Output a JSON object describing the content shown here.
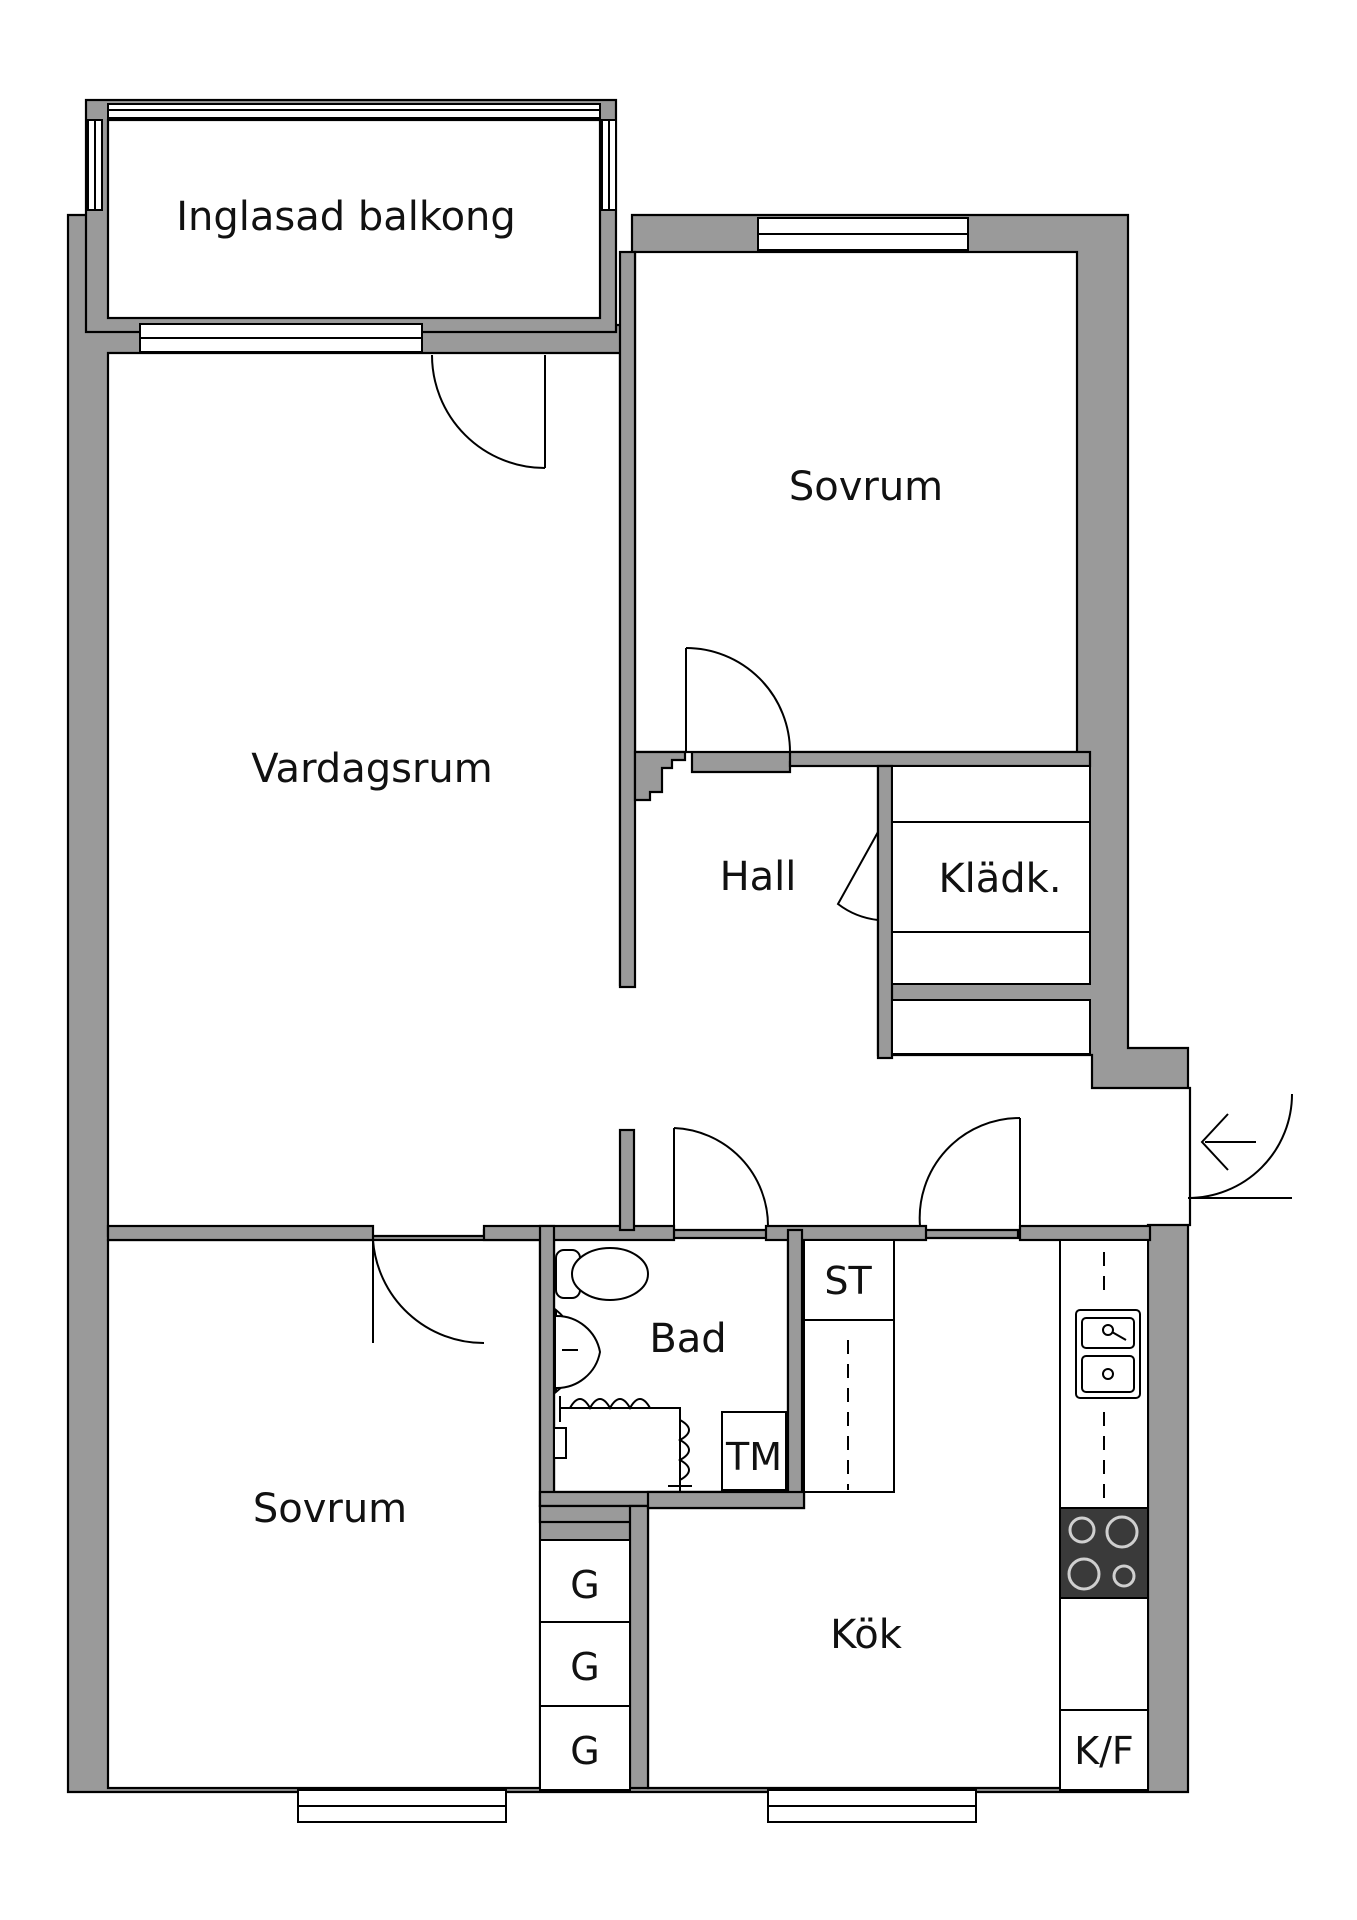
{
  "colors": {
    "wall": "#9a9a9a",
    "background": "#ffffff",
    "line": "#000000",
    "hob": "#3a3a3a"
  },
  "rooms": {
    "balcony": "Inglasad balkong",
    "bedroom_top": "Sovrum",
    "living_room": "Vardagsrum",
    "hall": "Hall",
    "wardrobe": "Klädk.",
    "bathroom": "Bad",
    "bedroom_bottom": "Sovrum",
    "kitchen": "Kök"
  },
  "fixtures": {
    "storage": "ST",
    "dryer": "TM",
    "closet_1": "G",
    "closet_2": "G",
    "closet_3": "G",
    "fridge_freezer": "K/F"
  },
  "icons": {
    "entrance": "entrance-arrow-icon",
    "sink": "kitchen-sink-icon",
    "hob": "hob-icon",
    "toilet": "toilet-icon",
    "washbasin": "washbasin-icon",
    "shower": "shower-icon"
  }
}
